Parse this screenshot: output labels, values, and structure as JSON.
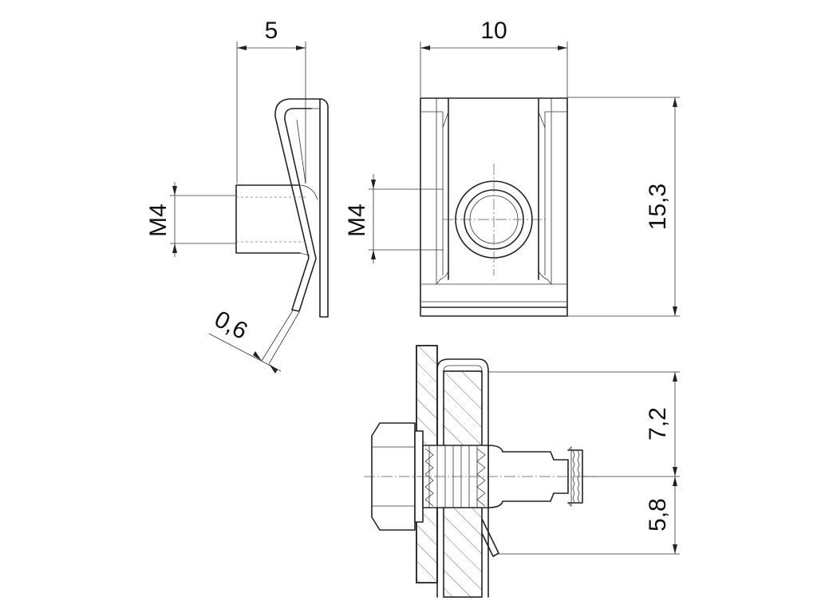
{
  "dimensions": {
    "side_view_depth": "5",
    "front_view_width": "10",
    "front_view_height": "15,3",
    "thread_side_view": "M4",
    "thread_front_view": "M4",
    "sheet_thickness": "0,6",
    "upper_section_height": "7,2",
    "lower_section_height": "5,8"
  }
}
